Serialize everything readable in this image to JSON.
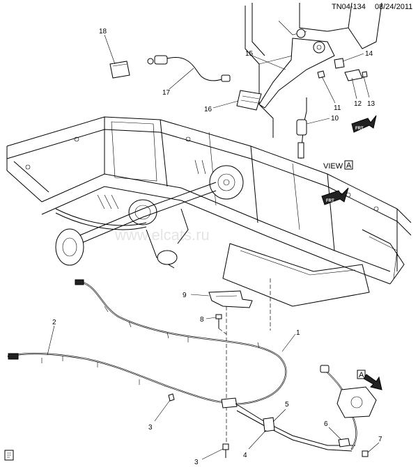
{
  "header": {
    "code": "TN04-134",
    "date": "08/24/2011"
  },
  "view_label": "VIEW",
  "view_letter": "A",
  "arrow_letter": "A",
  "watermark": "www.elcats.ru",
  "fwd_label": "FRT",
  "callouts": {
    "c1": "1",
    "c2": "2",
    "c3a": "3",
    "c3b": "3",
    "c4": "4",
    "c5": "5",
    "c6": "6",
    "c7": "7",
    "c8": "8",
    "c9": "9",
    "c10": "10",
    "c11": "11",
    "c12": "12",
    "c13": "13",
    "c14": "14",
    "c15": "15",
    "c16": "16",
    "c17": "17",
    "c18": "18"
  },
  "footer_icon": "book-icon"
}
